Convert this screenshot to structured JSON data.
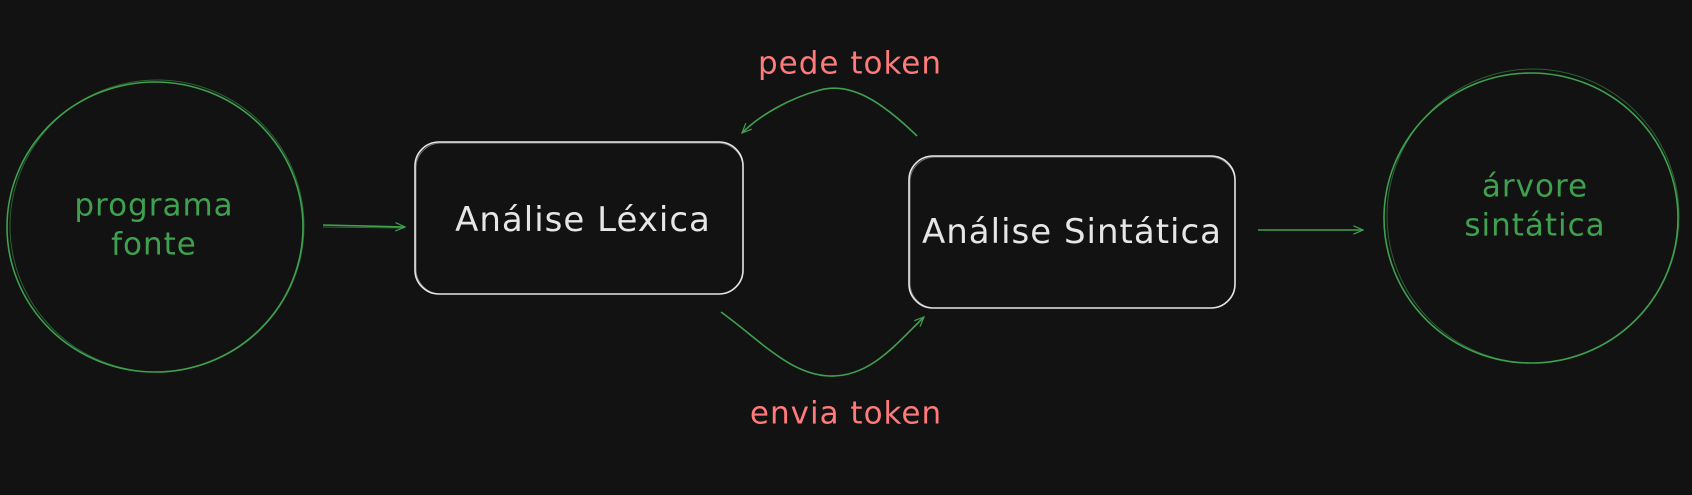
{
  "colors": {
    "background": "#121212",
    "green": "#3fa14f",
    "white": "#e6e6e6",
    "red": "#ff7a7a"
  },
  "nodes": {
    "source_program": {
      "line1": "programa",
      "line2": "fonte"
    },
    "lexical_analysis": {
      "label": "Análise Léxica"
    },
    "syntax_analysis": {
      "label": "Análise Sintática"
    },
    "syntax_tree": {
      "line1": "árvore",
      "line2": "sintática"
    }
  },
  "edges": {
    "request_token": {
      "label": "pede token"
    },
    "send_token": {
      "label": "envia token"
    }
  }
}
